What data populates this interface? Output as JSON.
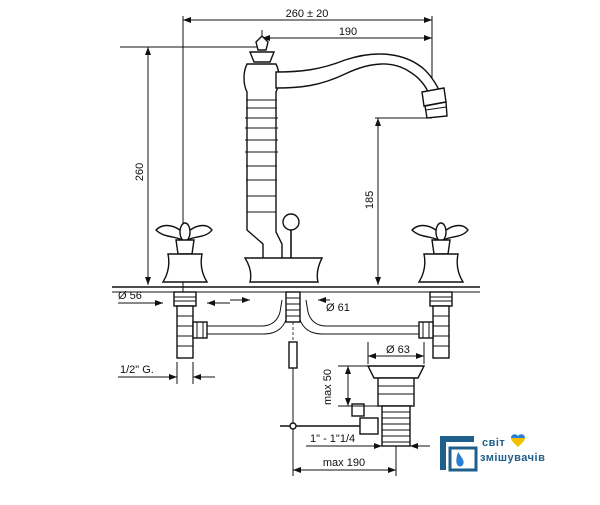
{
  "dimensions": {
    "overall_width": "260 ± 20",
    "spout_reach": "190",
    "total_height": "260",
    "spout_height": "185",
    "handle_base_dia": "Ø 56",
    "spout_base_dia": "Ø 61",
    "connection_thread": "1/2\" G.",
    "drain_dia": "Ø 63",
    "drain_height": "max 50",
    "drain_thread": "1\" - 1\"1/4",
    "drain_reach": "max 190"
  },
  "logo": {
    "line1": "світ",
    "line2": "змішувачів",
    "brand_color": "#1f5f8b",
    "accent_blue": "#2a7fd4",
    "accent_yellow": "#f2c200"
  }
}
